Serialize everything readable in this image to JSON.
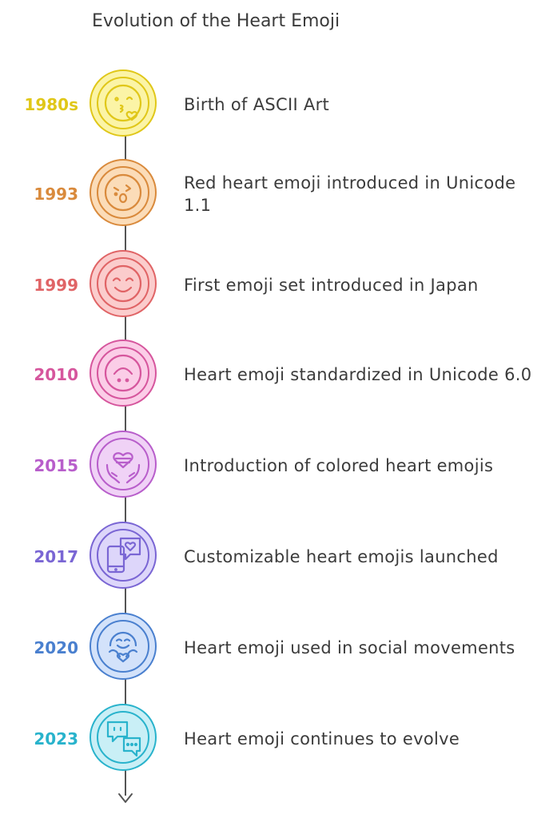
{
  "title": "Evolution of the Heart Emoji",
  "events": [
    {
      "year": "1980s",
      "text": "Birth of ASCII Art",
      "icon": "kissing-face-icon",
      "color": "#e0c719",
      "fill": "#fbf4a6"
    },
    {
      "year": "1993",
      "text": "Red heart emoji introduced in Unicode 1.1",
      "icon": "winking-face-icon",
      "color": "#d98a3c",
      "fill": "#fbdcb8"
    },
    {
      "year": "1999",
      "text": "First emoji set introduced in Japan",
      "icon": "smiling-face-icon",
      "color": "#e06466",
      "fill": "#fbcccc"
    },
    {
      "year": "2010",
      "text": "Heart emoji standardized in Unicode 6.0",
      "icon": "neutral-face-icon",
      "color": "#d6569d",
      "fill": "#fbcde7"
    },
    {
      "year": "2015",
      "text": "Introduction of colored heart emojis",
      "icon": "hands-holding-heart-icon",
      "color": "#b85ecb",
      "fill": "#f0d2f6"
    },
    {
      "year": "2017",
      "text": "Customizable heart emojis launched",
      "icon": "phone-heart-message-icon",
      "color": "#7a66d4",
      "fill": "#ddd6fa"
    },
    {
      "year": "2020",
      "text": "Heart emoji used in social movements",
      "icon": "hugging-face-icon",
      "color": "#4a80cf",
      "fill": "#d3e2fa"
    },
    {
      "year": "2023",
      "text": "Heart emoji continues to evolve",
      "icon": "chat-bubbles-icon",
      "color": "#29b3cc",
      "fill": "#c9eff6"
    }
  ]
}
